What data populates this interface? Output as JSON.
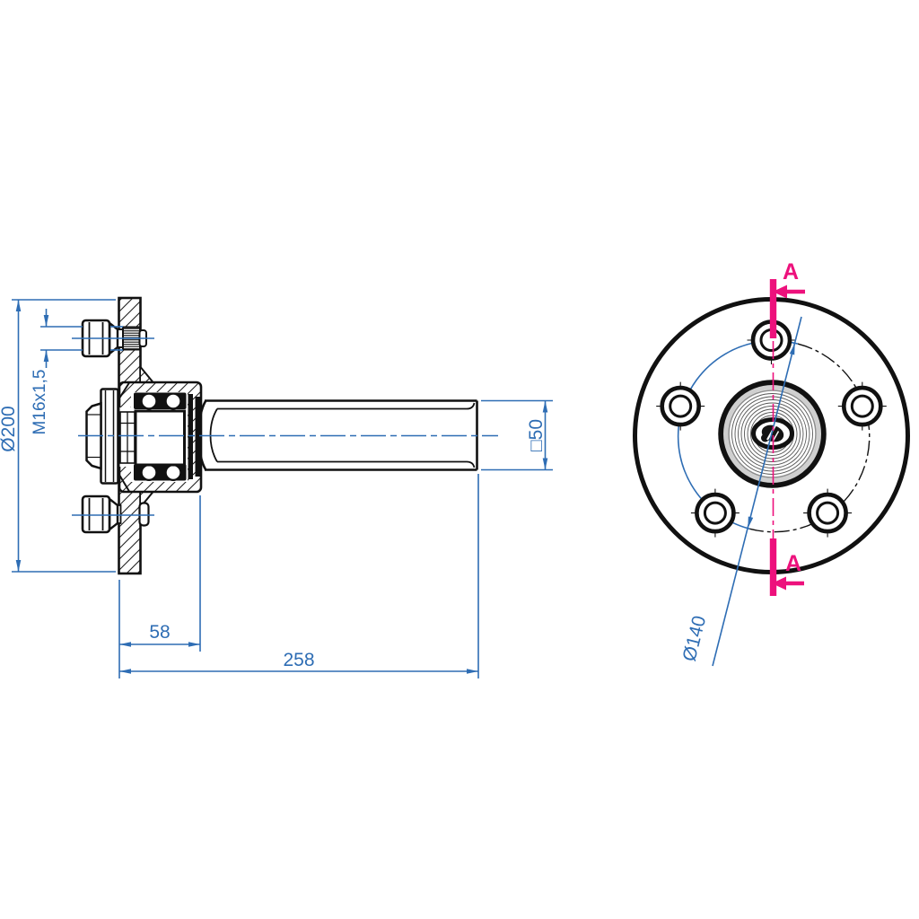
{
  "drawing": {
    "side_view": {
      "flange_diameter_label": "Ø200",
      "stud_thread_label": "M16x1,5",
      "square_tube_label": "□50",
      "flange_to_hub_end_label": "58",
      "overall_length_label": "258"
    },
    "front_view": {
      "bolt_circle_label": "Ø140",
      "section_marker_top_label": "A",
      "section_marker_bottom_label": "A"
    },
    "colors": {
      "line_black": "#111111",
      "dimension_blue": "#2e6db4",
      "section_magenta": "#ed117c"
    }
  }
}
